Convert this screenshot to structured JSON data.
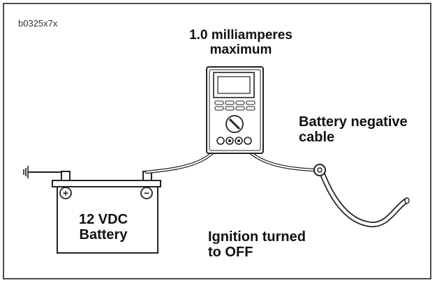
{
  "figure": {
    "ref_code": "b0325x7x"
  },
  "labels": {
    "meter_line1": "1.0 milliamperes",
    "meter_line2": "maximum",
    "cable_line1": "Battery negative",
    "cable_line2": "cable",
    "battery_line1": "12 VDC",
    "battery_line2": "Battery",
    "ignition_line1": "Ignition turned",
    "ignition_line2": "to OFF"
  },
  "battery": {
    "positive_symbol": "+",
    "negative_symbol": "−"
  },
  "icons": [
    "ground-icon",
    "multimeter-icon",
    "battery-icon",
    "cable-terminal-icon"
  ]
}
